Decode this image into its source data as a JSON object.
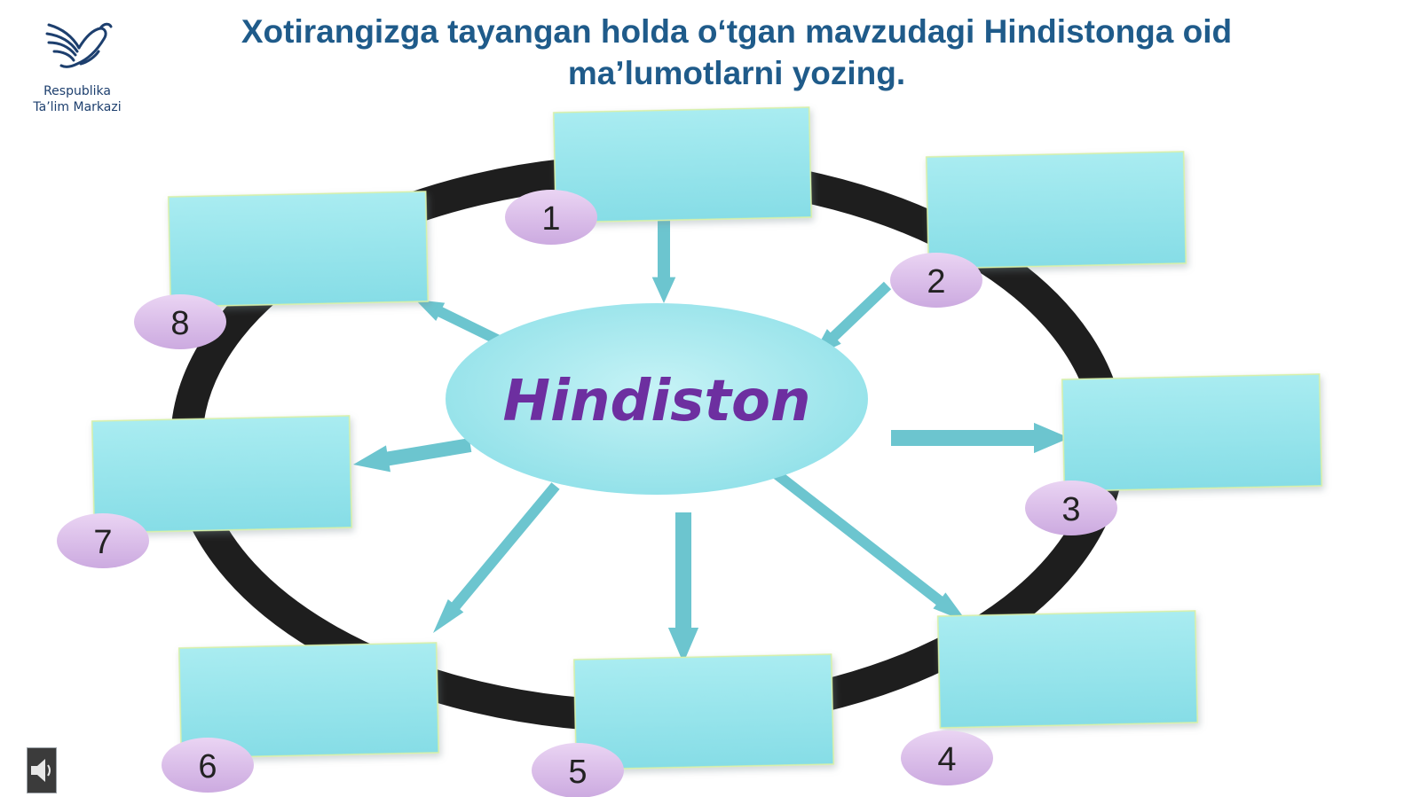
{
  "header": {
    "org_line1": "Respublika",
    "org_line2": "Ta’lim Markazi",
    "title_line1": "Xotirangizga tayangan holda o‘tgan mavzudagi Hindistonga oid",
    "title_line2": "ma’lumotlarni yozing."
  },
  "diagram": {
    "center_label": "Hindiston",
    "nodes": [
      {
        "number": "1",
        "text": ""
      },
      {
        "number": "2",
        "text": ""
      },
      {
        "number": "3",
        "text": ""
      },
      {
        "number": "4",
        "text": ""
      },
      {
        "number": "5",
        "text": ""
      },
      {
        "number": "6",
        "text": ""
      },
      {
        "number": "7",
        "text": ""
      },
      {
        "number": "8",
        "text": ""
      }
    ]
  },
  "colors": {
    "title": "#1f5b8a",
    "ring": "#1e1e1e",
    "box_fill": "#8fe3ea",
    "arrow": "#6cc5cf",
    "badge": "#d9b8e6",
    "center_text": "#6d2fa0"
  },
  "icons": {
    "logo": "dove-icon",
    "audio": "speaker-icon"
  }
}
